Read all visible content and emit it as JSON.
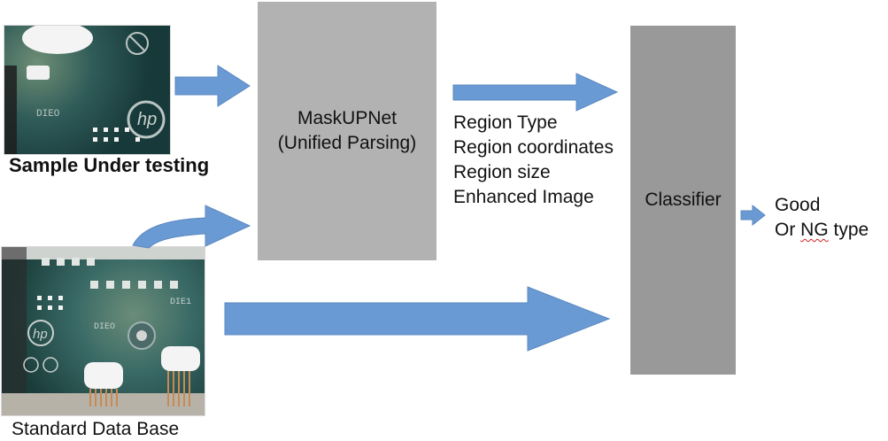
{
  "sample": {
    "caption": "Sample Under testing"
  },
  "database": {
    "caption": "Standard Data Base"
  },
  "maskupnet": {
    "title_line1": "MaskUPNet",
    "title_line2": "(Unified Parsing)"
  },
  "outputs": [
    "Region Type",
    "Region coordinates",
    "Region size",
    "Enhanced Image"
  ],
  "classifier": {
    "label": "Classifier"
  },
  "result": {
    "line1": "Good",
    "line2_prefix": "Or ",
    "line2_ng": "NG",
    "line2_suffix": " type"
  },
  "colors": {
    "arrow_fill": "#6a9ad4",
    "arrow_stroke": "#5b88bf",
    "maskupnet_box": "#b2b2b2",
    "classifier_box": "#999999"
  }
}
